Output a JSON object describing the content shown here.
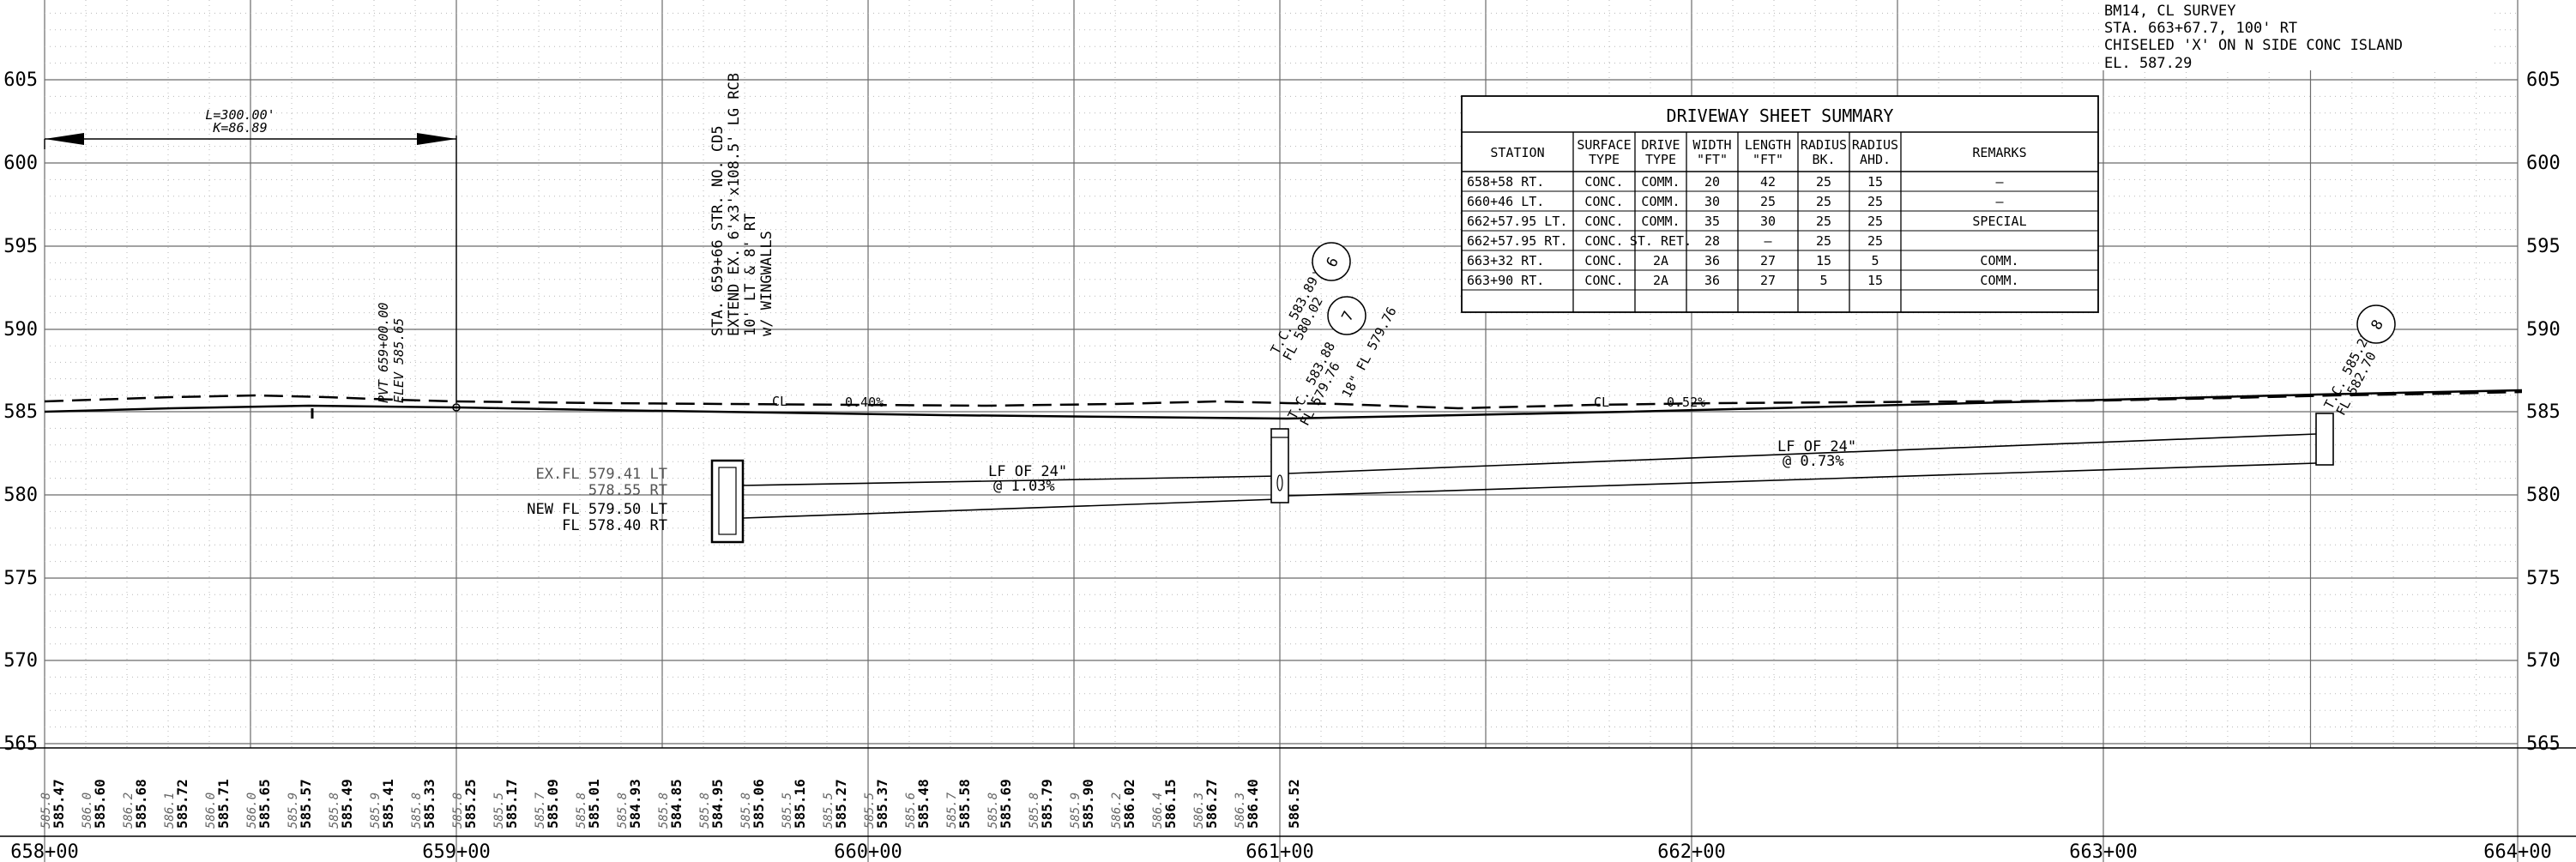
{
  "profile": {
    "elevations": [
      "605",
      "600",
      "595",
      "590",
      "585",
      "580",
      "575",
      "570",
      "565"
    ],
    "stations": [
      "658+00",
      "659+00",
      "660+00",
      "661+00",
      "662+00",
      "663+00",
      "664+00"
    ],
    "existing_elevs": [
      "585.8",
      "586.0",
      "586.2",
      "586.1",
      "586.0",
      "586.0",
      "585.9",
      "585.8",
      "585.9",
      "585.8",
      "585.8",
      "585.5",
      "585.7",
      "585.8",
      "585.8",
      "585.8",
      "585.8",
      "585.8",
      "585.5",
      "585.5",
      "585.5",
      "585.6",
      "585.7",
      "585.8",
      "585.8",
      "585.9",
      "586.2",
      "586.4",
      "586.3",
      "586.3"
    ],
    "proposed_elevs": [
      "585.47",
      "585.60",
      "585.68",
      "585.72",
      "585.71",
      "585.65",
      "585.57",
      "585.49",
      "585.41",
      "585.33",
      "585.25",
      "585.17",
      "585.09",
      "585.01",
      "584.93",
      "584.85",
      "584.95",
      "585.06",
      "585.16",
      "585.27",
      "585.37",
      "585.48",
      "585.58",
      "585.69",
      "585.79",
      "585.90",
      "586.02",
      "586.15",
      "586.27",
      "586.40",
      "586.52"
    ]
  },
  "annotations": {
    "vc_length": "L=300.00'",
    "vc_k": "K=86.89",
    "pvt_sta": "PVT 659+00.00",
    "pvt_elev": "ELEV 585.65",
    "grade_left": "0.40%",
    "grade_right": "0.52%",
    "cl_left": "CL",
    "cl_right": "CL",
    "culvert_note": [
      "STA. 659+66 STR. NO. CD5",
      "EXTEND EX. 6'x3'x108.5' LG RCB",
      "10' LT & 8' RT",
      "w/ WINGWALLS"
    ],
    "ex_fl": [
      "EX.FL 579.41 LT",
      "578.55 RT"
    ],
    "new_fl": [
      "NEW FL 579.50 LT",
      "FL 578.40 RT"
    ],
    "lf_left": [
      "LF OF 24\"",
      "@ 1.03%"
    ],
    "lf_right": [
      "LF OF 24\"",
      "@ 0.73%"
    ],
    "tc_6": [
      "T.C. 583.89",
      "FL 580.02"
    ],
    "tc_7": [
      "T.C. 583.88",
      "FL 579.76"
    ],
    "pipe_18": "18\" FL 579.76",
    "tc_8": [
      "T.C. 585.27",
      "FL 582.70"
    ],
    "callout_6": "6",
    "callout_7": "7",
    "callout_8": "8",
    "benchmark": [
      "BM14, CL SURVEY",
      "STA. 663+67.7, 100' RT",
      "CHISELED 'X' ON N SIDE CONC ISLAND",
      "EL. 587.29"
    ]
  },
  "driveway_table": {
    "title": "DRIVEWAY SHEET SUMMARY",
    "headers": [
      [
        "STATION"
      ],
      [
        "SURFACE",
        "TYPE"
      ],
      [
        "DRIVE",
        "TYPE"
      ],
      [
        "WIDTH",
        "\"FT\""
      ],
      [
        "LENGTH",
        "\"FT\""
      ],
      [
        "RADIUS",
        "BK."
      ],
      [
        "RADIUS",
        "AHD."
      ],
      [
        "REMARKS"
      ]
    ],
    "rows": [
      [
        "658+58 RT.",
        "CONC.",
        "COMM.",
        "20",
        "42",
        "25",
        "15",
        "–"
      ],
      [
        "660+46 LT.",
        "CONC.",
        "COMM.",
        "30",
        "25",
        "25",
        "25",
        "–"
      ],
      [
        "662+57.95 LT.",
        "CONC.",
        "COMM.",
        "35",
        "30",
        "25",
        "25",
        "SPECIAL"
      ],
      [
        "662+57.95 RT.",
        "CONC.",
        "ST. RET.",
        "28",
        "–",
        "25",
        "25",
        ""
      ],
      [
        "663+32 RT.",
        "CONC.",
        "2A",
        "36",
        "27",
        "15",
        "5",
        "COMM."
      ],
      [
        "663+90 RT.",
        "CONC.",
        "2A",
        "36",
        "27",
        "5",
        "15",
        "COMM."
      ]
    ]
  }
}
